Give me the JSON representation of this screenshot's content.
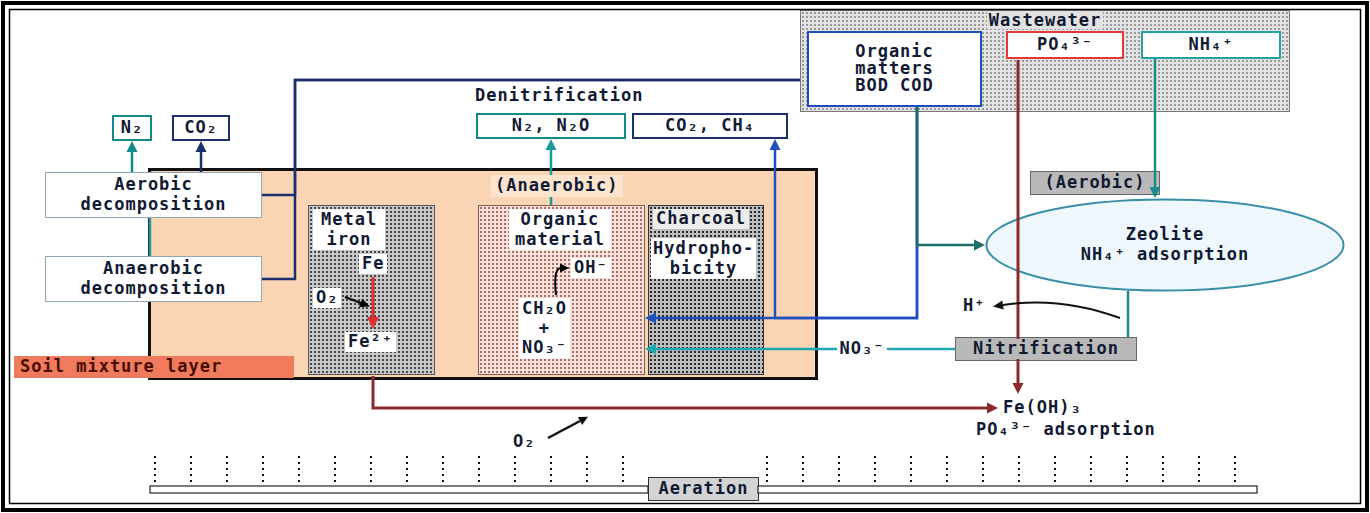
{
  "diagram": {
    "nodes": [
      {
        "text": [
          "N₂"
        ]
      },
      {
        "text": [
          "CO₂"
        ]
      },
      {
        "text": [
          "Wastewater"
        ]
      },
      {
        "text": [
          "Organic matters BOD COD"
        ],
        "in": 2
      },
      {
        "text": [
          "PO₄³⁻"
        ],
        "in": 2
      },
      {
        "text": [
          "NH₄⁺"
        ],
        "in": 2
      },
      {
        "text": [
          "N₂, N₂O"
        ]
      },
      {
        "text": [
          "CO₂, CH₄"
        ]
      },
      {
        "text": [
          "(Anaerobic)",
          "Soil mixture layer"
        ]
      },
      {
        "text": [
          "Aerobic decomposition"
        ]
      },
      {
        "text": [
          "Anaerobic decomposition"
        ]
      },
      {
        "text": [
          "Metal iron",
          "Fe",
          "O₂",
          "Fe²⁺"
        ],
        "in": 8
      },
      {
        "text": [
          "Organic material",
          "OH⁻",
          "CH₂O + NO₃⁻"
        ],
        "in": 8
      },
      {
        "text": [
          "Charcoal",
          "Hydropho-bicity"
        ],
        "in": 8
      },
      {
        "text": [
          "(Aerobic)"
        ]
      },
      {
        "text": [
          "Zeolite",
          "NH₄⁺ adsorption"
        ]
      },
      {
        "text": [
          "Nitrification"
        ]
      },
      {
        "text": [
          "Aeration"
        ]
      }
    ],
    "edges": [
      {
        "from": 9,
        "to": 0,
        "arrow": "to"
      },
      {
        "from": 9,
        "to": 1,
        "arrow": "to"
      },
      {
        "from": 10,
        "to": 9,
        "arrow": "none"
      },
      {
        "from": 2,
        "to": 9,
        "arrow": "none"
      },
      {
        "from": 2,
        "to": 10,
        "arrow": "none"
      },
      {
        "from": 3,
        "to": 12,
        "arrow": "to"
      },
      {
        "from": 3,
        "to": 7,
        "arrow": "to"
      },
      {
        "from": 3,
        "to": 15,
        "arrow": "to"
      },
      {
        "from": 5,
        "to": 15,
        "arrow": "to"
      },
      {
        "from": 15,
        "to": 16,
        "arrow": "none"
      },
      {
        "from": 16,
        "to": 12,
        "arrow": "to",
        "label": "NO₃⁻"
      },
      {
        "from": 12,
        "to": 6,
        "arrow": "to"
      }
    ],
    "labels": [
      "Denitrification",
      "H⁺",
      "Fe(OH)₃",
      "PO₄³⁻ adsorption",
      "O₂"
    ]
  }
}
